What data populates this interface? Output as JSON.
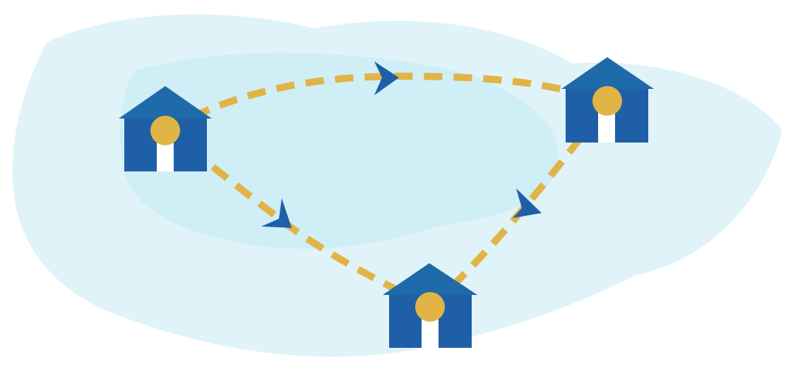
{
  "diagram": {
    "type": "network-cycle",
    "colors": {
      "background": "#ffffff",
      "cloud_outer": "#dff3f8",
      "cloud_inner": "#d0eef6",
      "house_roof": "#1f6aa8",
      "house_body": "#1f5fa8",
      "house_door": "#ffffff",
      "node_marker": "#e0b545",
      "edge_line": "#e0b545",
      "arrow_head": "#1f5fa8"
    },
    "nodes": [
      {
        "id": "house-left",
        "icon": "house-icon",
        "marker": "node-circle"
      },
      {
        "id": "house-right",
        "icon": "house-icon",
        "marker": "node-circle"
      },
      {
        "id": "house-bottom",
        "icon": "house-icon",
        "marker": "node-circle"
      }
    ],
    "edges": [
      {
        "from": "house-left",
        "to": "house-right",
        "style": "dashed",
        "arrow": "arrow-head-icon"
      },
      {
        "from": "house-left",
        "to": "house-bottom",
        "style": "dashed",
        "arrow": "arrow-head-icon"
      },
      {
        "from": "house-bottom",
        "to": "house-right",
        "style": "dashed",
        "arrow": "arrow-head-icon"
      }
    ]
  }
}
